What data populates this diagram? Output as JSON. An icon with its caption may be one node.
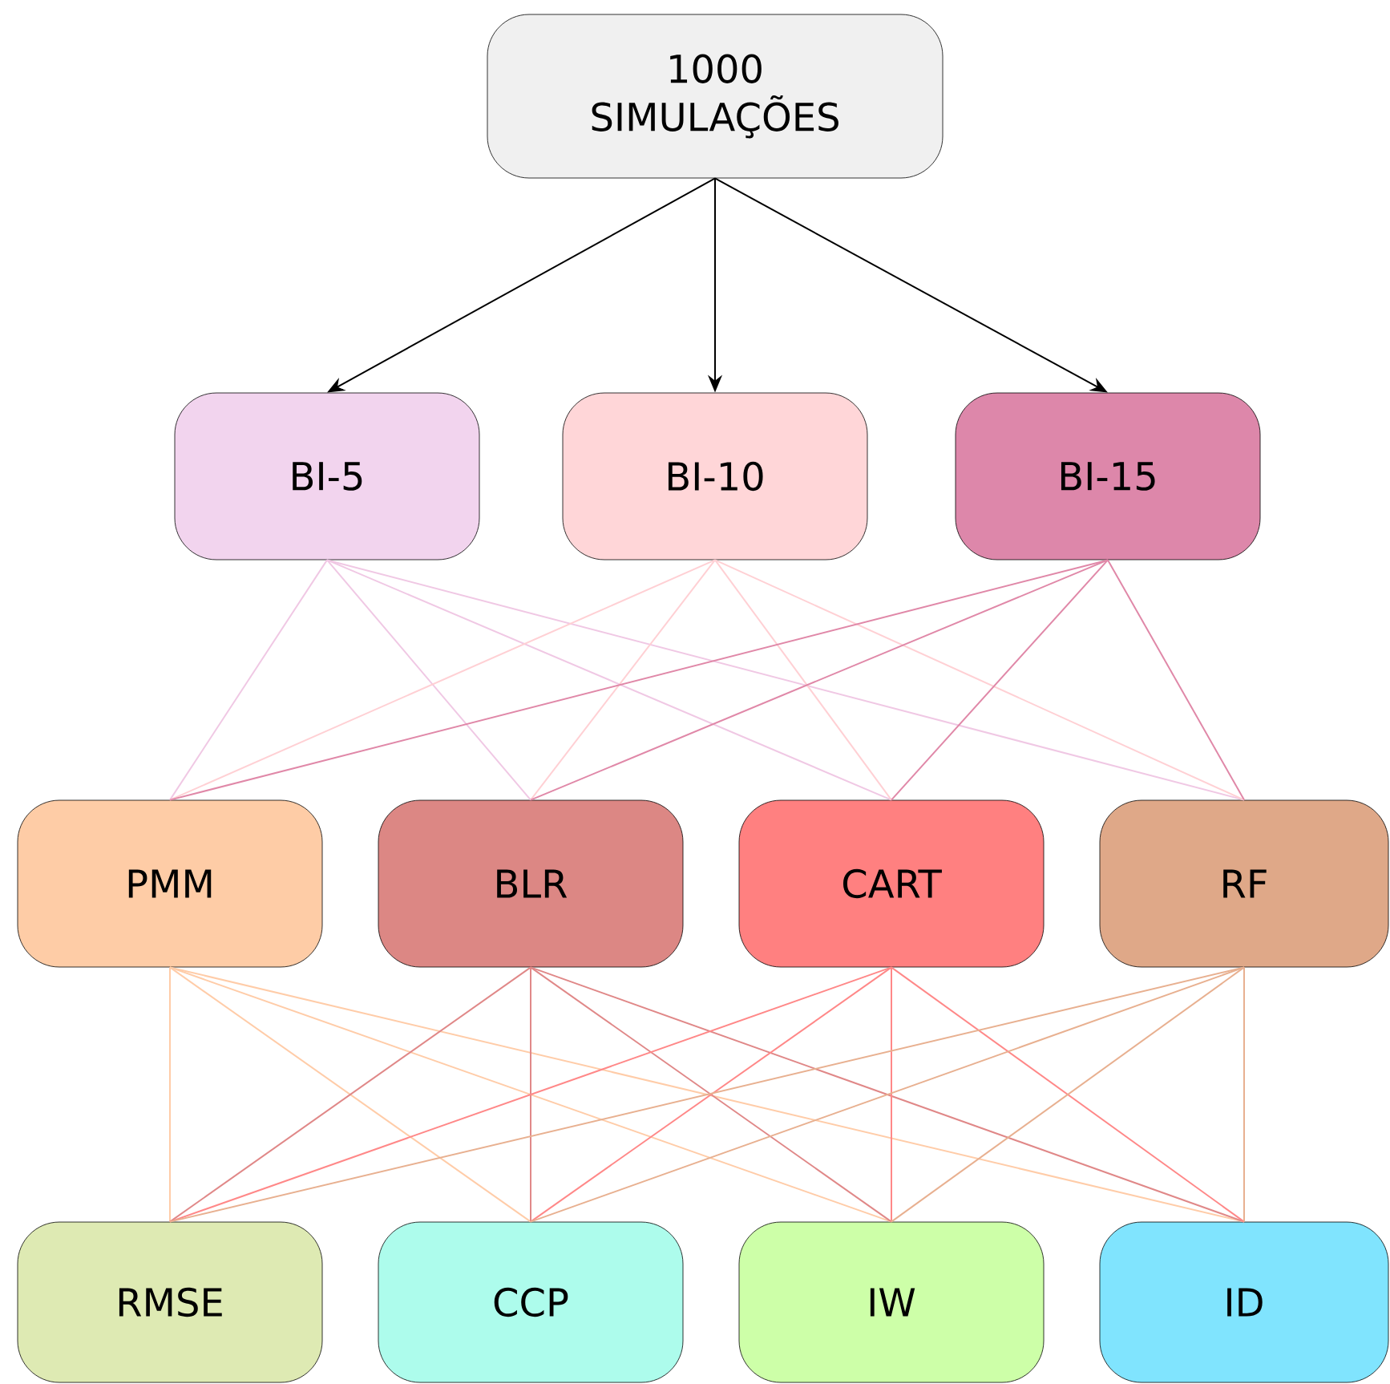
{
  "diagram": {
    "nodes": [
      {
        "text": [
          "1000 SIMULAÇÕES"
        ]
      },
      {
        "text": [
          "BI-5"
        ]
      },
      {
        "text": [
          "BI-10"
        ]
      },
      {
        "text": [
          "BI-15"
        ]
      },
      {
        "text": [
          "PMM"
        ]
      },
      {
        "text": [
          "BLR"
        ]
      },
      {
        "text": [
          "CART"
        ]
      },
      {
        "text": [
          "RF"
        ]
      },
      {
        "text": [
          "RMSE"
        ]
      },
      {
        "text": [
          "CCP"
        ]
      },
      {
        "text": [
          "IW"
        ]
      },
      {
        "text": [
          "ID"
        ]
      }
    ],
    "edges": [
      {
        "from": 0,
        "to": 1,
        "arrow": "to",
        "color": "#000000"
      },
      {
        "from": 0,
        "to": 2,
        "arrow": "to",
        "color": "#000000"
      },
      {
        "from": 0,
        "to": 3,
        "arrow": "to",
        "color": "#000000"
      },
      {
        "from": 1,
        "to": 4,
        "arrow": "none",
        "color": "#f0c8e4"
      },
      {
        "from": 1,
        "to": 5,
        "arrow": "none",
        "color": "#f0c8e4"
      },
      {
        "from": 1,
        "to": 6,
        "arrow": "none",
        "color": "#f0c8e4"
      },
      {
        "from": 1,
        "to": 7,
        "arrow": "none",
        "color": "#f0c8e4"
      },
      {
        "from": 2,
        "to": 4,
        "arrow": "none",
        "color": "#ffd0d4"
      },
      {
        "from": 2,
        "to": 5,
        "arrow": "none",
        "color": "#ffd0d4"
      },
      {
        "from": 2,
        "to": 6,
        "arrow": "none",
        "color": "#ffd0d4"
      },
      {
        "from": 2,
        "to": 7,
        "arrow": "none",
        "color": "#ffd0d4"
      },
      {
        "from": 3,
        "to": 4,
        "arrow": "none",
        "color": "#e088a8"
      },
      {
        "from": 3,
        "to": 5,
        "arrow": "none",
        "color": "#e088a8"
      },
      {
        "from": 3,
        "to": 6,
        "arrow": "none",
        "color": "#e088a8"
      },
      {
        "from": 3,
        "to": 7,
        "arrow": "none",
        "color": "#e088a8"
      },
      {
        "from": 4,
        "to": 8,
        "arrow": "none",
        "color": "#ffcca8"
      },
      {
        "from": 4,
        "to": 9,
        "arrow": "none",
        "color": "#ffcca8"
      },
      {
        "from": 4,
        "to": 10,
        "arrow": "none",
        "color": "#ffcca8"
      },
      {
        "from": 4,
        "to": 11,
        "arrow": "none",
        "color": "#ffcca8"
      },
      {
        "from": 5,
        "to": 8,
        "arrow": "none",
        "color": "#e08888"
      },
      {
        "from": 5,
        "to": 9,
        "arrow": "none",
        "color": "#e08888"
      },
      {
        "from": 5,
        "to": 10,
        "arrow": "none",
        "color": "#e08888"
      },
      {
        "from": 5,
        "to": 11,
        "arrow": "none",
        "color": "#e08888"
      },
      {
        "from": 6,
        "to": 8,
        "arrow": "none",
        "color": "#ff8888"
      },
      {
        "from": 6,
        "to": 9,
        "arrow": "none",
        "color": "#ff8888"
      },
      {
        "from": 6,
        "to": 10,
        "arrow": "none",
        "color": "#ff8888"
      },
      {
        "from": 6,
        "to": 11,
        "arrow": "none",
        "color": "#ff8888"
      },
      {
        "from": 7,
        "to": 8,
        "arrow": "none",
        "color": "#e8b090"
      },
      {
        "from": 7,
        "to": 9,
        "arrow": "none",
        "color": "#e8b090"
      },
      {
        "from": 7,
        "to": 10,
        "arrow": "none",
        "color": "#e8b090"
      },
      {
        "from": 7,
        "to": 11,
        "arrow": "none",
        "color": "#e8b090"
      }
    ]
  }
}
